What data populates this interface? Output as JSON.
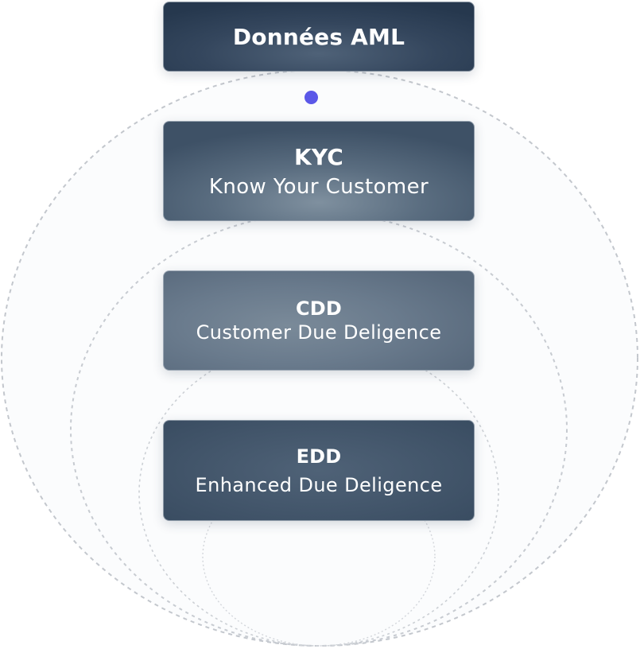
{
  "diagram": {
    "nodes": [
      {
        "id": "aml",
        "title": "Données AML",
        "subtitle": ""
      },
      {
        "id": "kyc",
        "title": "KYC",
        "subtitle": "Know Your Customer"
      },
      {
        "id": "cdd",
        "title": "CDD",
        "subtitle": "Customer Due Deligence"
      },
      {
        "id": "edd",
        "title": "EDD",
        "subtitle": "Enhanced Due Deligence"
      }
    ],
    "nesting": "each level contained within the previous one",
    "colors": {
      "ring_stroke": "#c3c7cd",
      "dot": "#5b58e8",
      "text": "#ffffff"
    }
  }
}
